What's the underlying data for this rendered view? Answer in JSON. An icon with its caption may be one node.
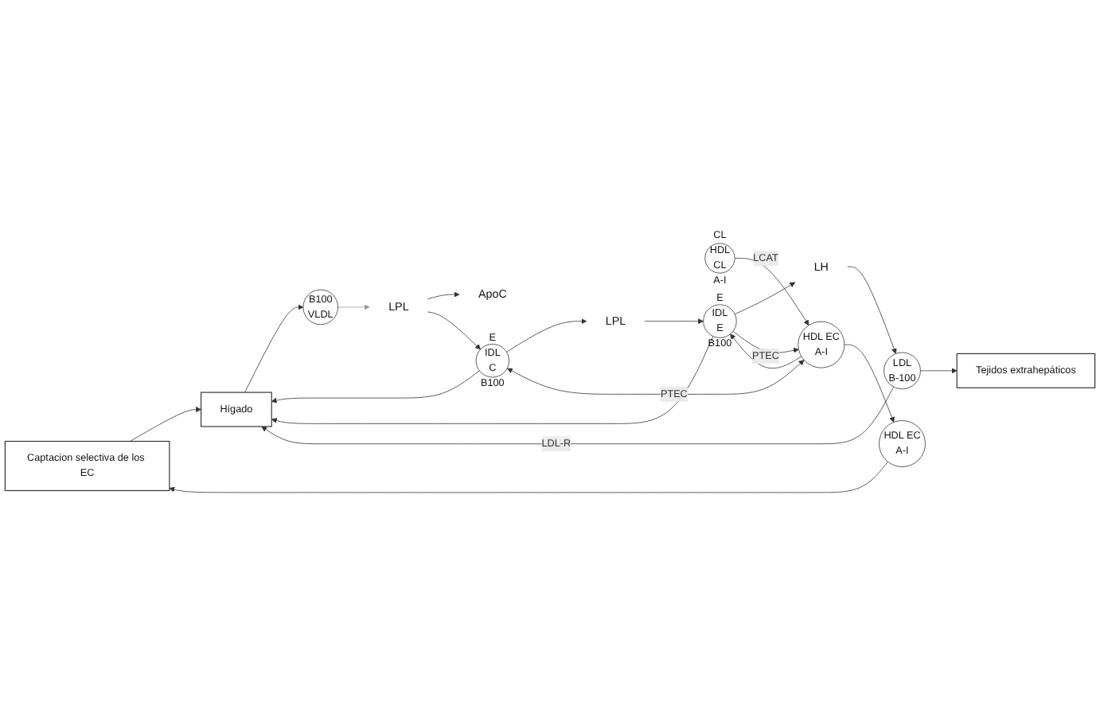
{
  "diagram": {
    "nodes": [
      {
        "text": [
          "Captacion selectiva de los EC"
        ]
      },
      {
        "text": [
          "Hígado"
        ]
      },
      {
        "text": [
          "Tejidos extrahepáticos"
        ]
      },
      {
        "text": [
          "LDL",
          "B-100"
        ]
      },
      {
        "text": [
          "CL",
          "HDL",
          "CL",
          "A-I"
        ]
      },
      {
        "text": [
          "B100",
          "VLDL"
        ]
      },
      {
        "text": [
          "LPL"
        ]
      },
      {
        "text": [
          "ApoC"
        ]
      },
      {
        "text": [
          "E",
          "IDL",
          "C",
          "B100"
        ]
      },
      {
        "text": [
          "LPL"
        ]
      },
      {
        "text": [
          "E",
          "IDL",
          "E",
          "B100"
        ]
      },
      {
        "text": [
          "LH"
        ]
      },
      {
        "text": [
          "HDL EC",
          "A-I"
        ]
      },
      {
        "text": [
          "HDL EC",
          "A-I"
        ]
      }
    ],
    "edges": [
      {
        "from": 3,
        "to": 1,
        "arrow": "to",
        "label": "LDL-R"
      },
      {
        "from": 3,
        "to": 2,
        "arrow": "to"
      },
      {
        "from": 0,
        "to": 1,
        "arrow": "to"
      },
      {
        "from": 1,
        "to": 5,
        "arrow": "to"
      },
      {
        "from": 5,
        "to": 6,
        "arrow": "to",
        "color": "#999999"
      },
      {
        "from": 6,
        "to": 7,
        "arrow": "to"
      },
      {
        "from": 6,
        "to": 8,
        "arrow": "to"
      },
      {
        "from": 8,
        "to": 1,
        "arrow": "to"
      },
      {
        "from": 8,
        "to": 9,
        "arrow": "to"
      },
      {
        "from": 9,
        "to": 10,
        "arrow": "to"
      },
      {
        "from": 10,
        "to": 1,
        "arrow": "to"
      },
      {
        "from": 10,
        "to": 11,
        "arrow": "to"
      },
      {
        "from": 11,
        "to": 3,
        "arrow": "to"
      },
      {
        "from": 4,
        "to": 12,
        "arrow": "to",
        "label": "LCAT"
      },
      {
        "from": 10,
        "to": 12,
        "arrow": "to",
        "label": "PTEC"
      },
      {
        "from": 12,
        "to": 10,
        "arrow": "to"
      },
      {
        "from": 8,
        "to": 12,
        "arrow": "both",
        "label": "PTEC"
      },
      {
        "from": 12,
        "to": 13,
        "arrow": "to"
      },
      {
        "from": 13,
        "to": 0,
        "arrow": "to"
      }
    ]
  }
}
